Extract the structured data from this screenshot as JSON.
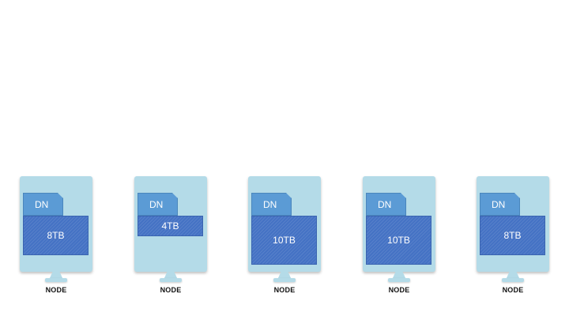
{
  "nodes": [
    {
      "dn_label": "DN",
      "capacity": "8TB",
      "capacity_tb": 8,
      "label": "NODE"
    },
    {
      "dn_label": "DN",
      "capacity": "4TB",
      "capacity_tb": 4,
      "label": "NODE"
    },
    {
      "dn_label": "DN",
      "capacity": "10TB",
      "capacity_tb": 10,
      "label": "NODE"
    },
    {
      "dn_label": "DN",
      "capacity": "10TB",
      "capacity_tb": 10,
      "label": "NODE"
    },
    {
      "dn_label": "DN",
      "capacity": "8TB",
      "capacity_tb": 8,
      "label": "NODE"
    }
  ],
  "colors": {
    "node_body": "#b4dbe8",
    "dn_tab": "#5b9bd5",
    "storage_fill": "#4472c4"
  },
  "icons": {
    "node": "server-node-icon",
    "data_node": "folder-icon"
  }
}
